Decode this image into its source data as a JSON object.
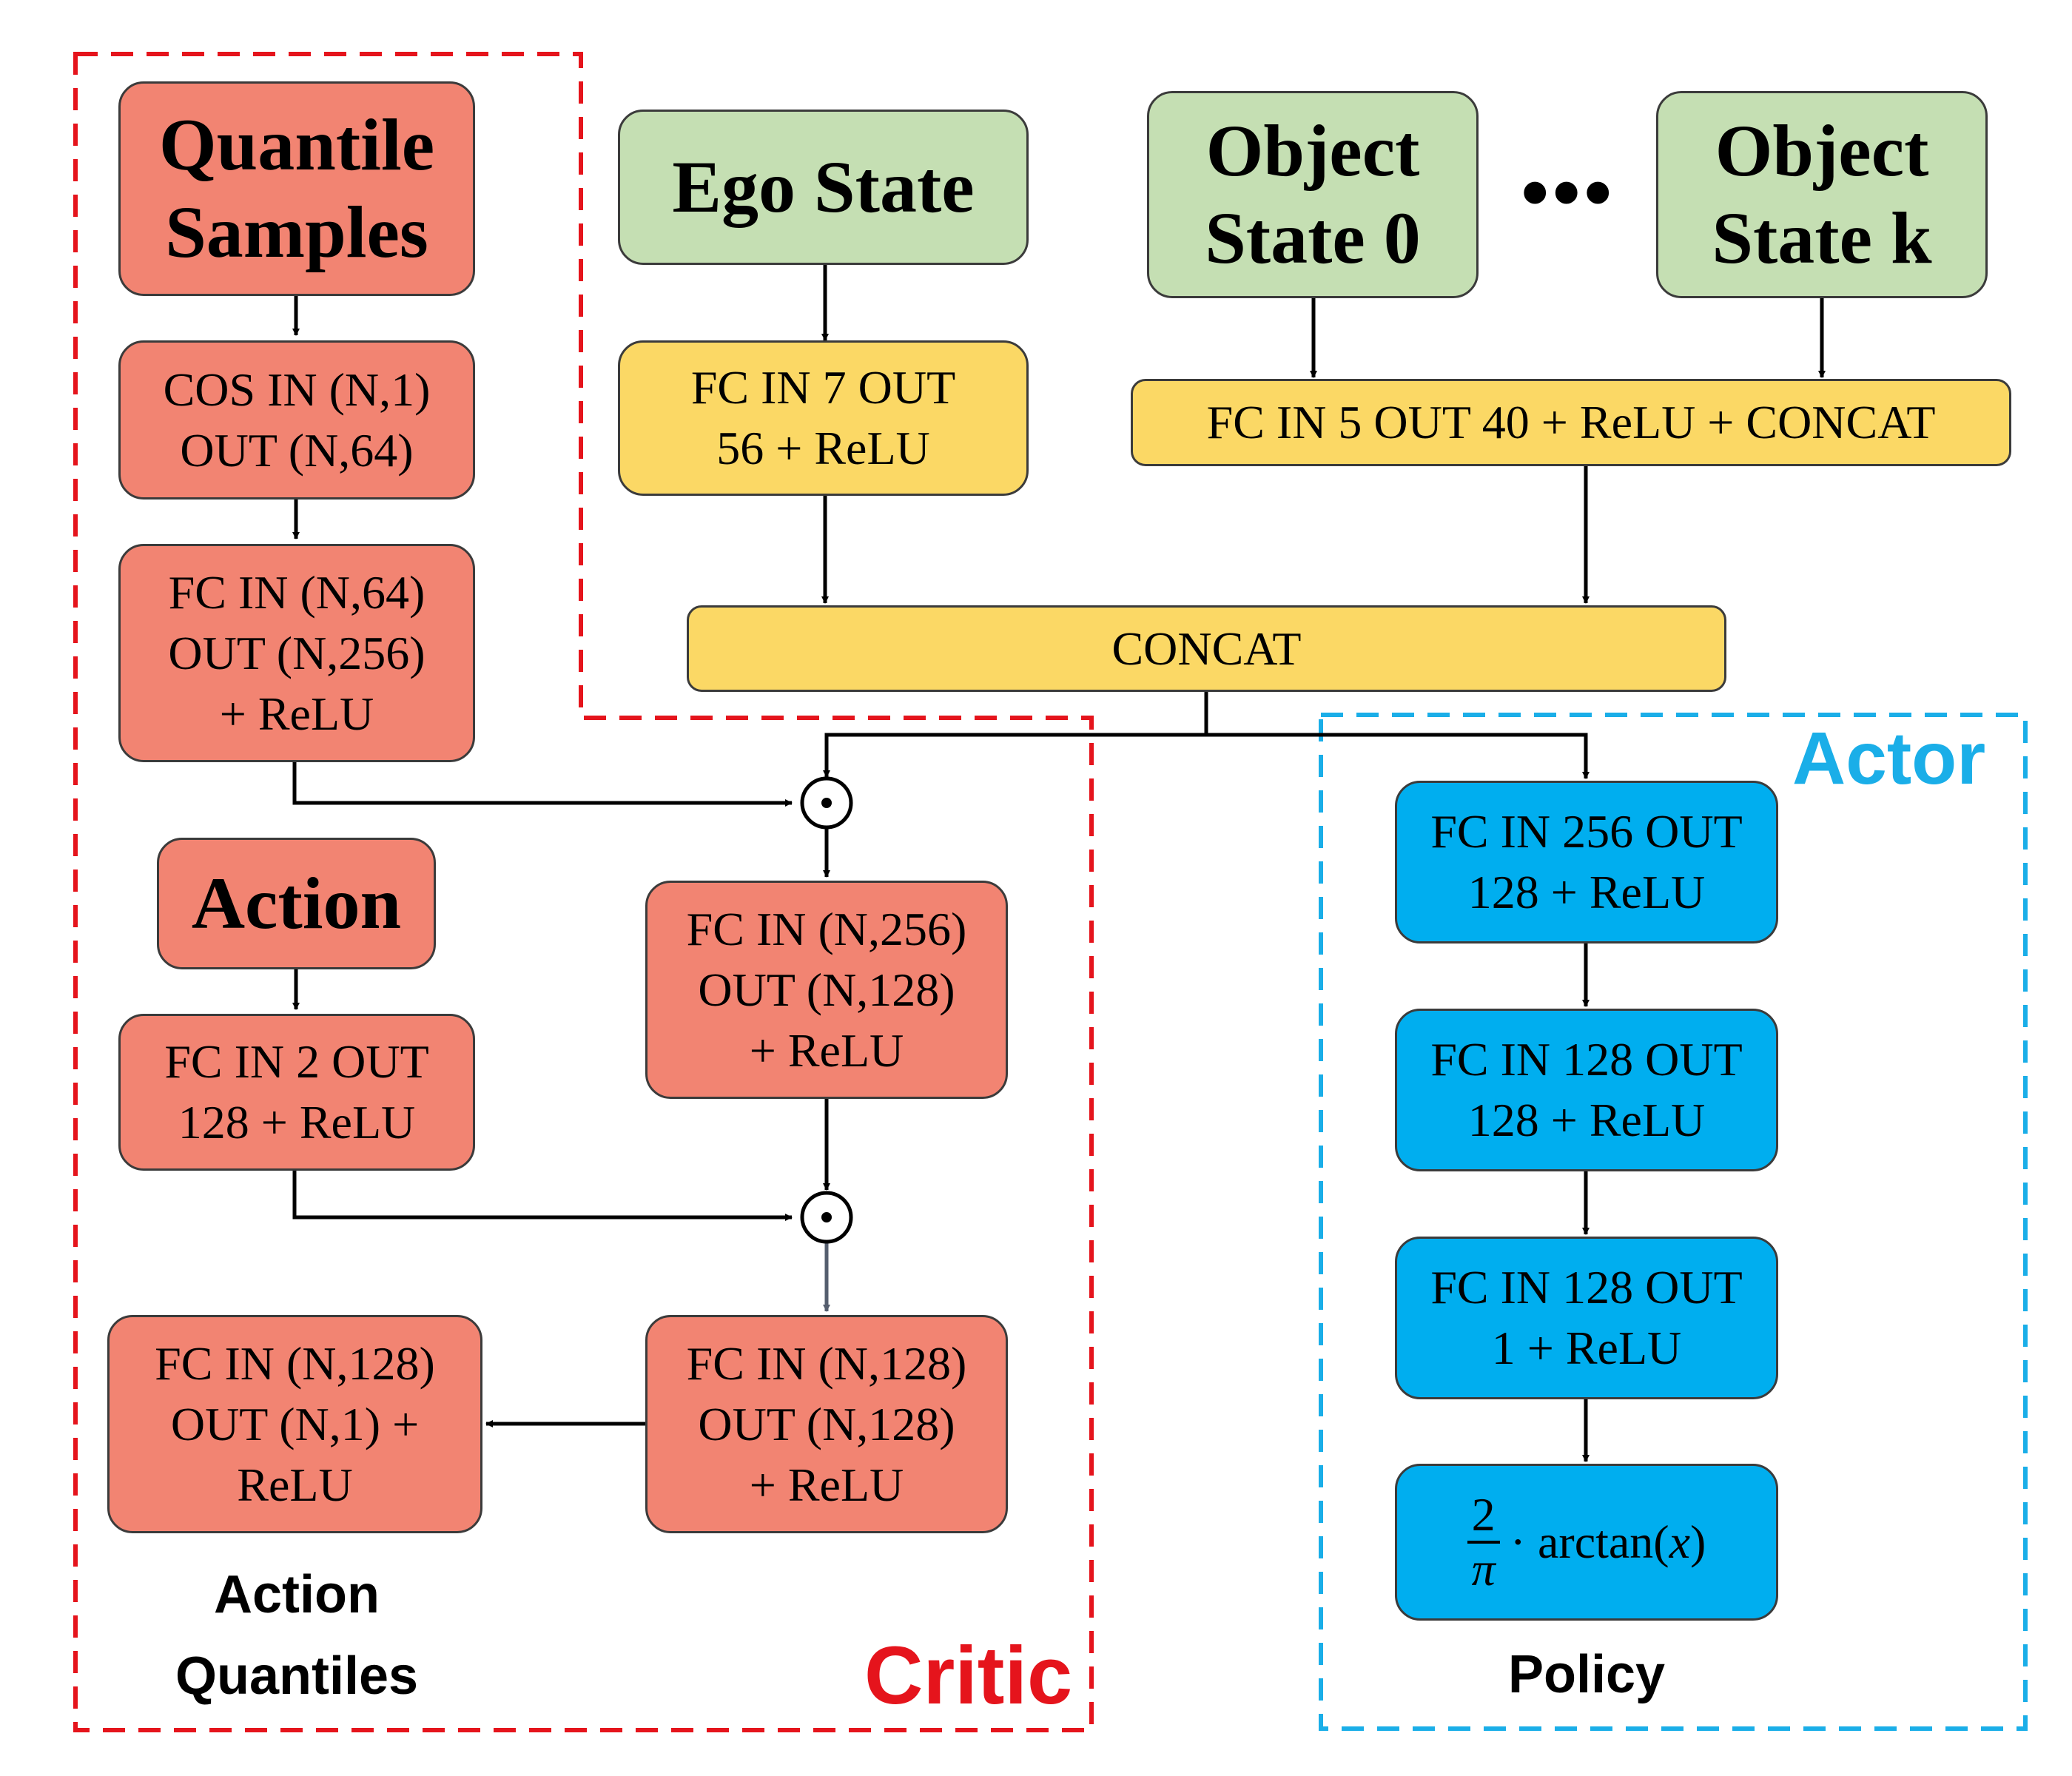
{
  "regions": {
    "critic": {
      "label": "Critic",
      "color": "#e5141c"
    },
    "actor": {
      "label": "Actor",
      "color": "#1aaee8"
    }
  },
  "nodes": {
    "quantile_samples": [
      "Quantile",
      "Samples"
    ],
    "cos_layer": [
      "COS IN (N,1)",
      "OUT (N,64)"
    ],
    "fc_quantile": [
      "FC IN (N,64)",
      "OUT (N,256)",
      "+ ReLU"
    ],
    "action": [
      "Action"
    ],
    "fc_action": [
      "FC IN 2 OUT",
      "128 + ReLU"
    ],
    "fc_critic_256": [
      "FC IN (N,256)",
      "OUT (N,128)",
      "+ ReLU"
    ],
    "fc_critic_128": [
      "FC IN (N,128)",
      "OUT (N,128)",
      "+ ReLU"
    ],
    "fc_critic_out": [
      "FC IN (N,128)",
      "OUT (N,1) +",
      "ReLU"
    ],
    "ego_state": [
      "Ego State"
    ],
    "fc_ego": [
      "FC IN 7 OUT",
      "56 + ReLU"
    ],
    "object_state_0": [
      "Object",
      "State 0"
    ],
    "object_state_k": [
      "Object",
      "State k"
    ],
    "ellipsis": "•••",
    "fc_objects": [
      "FC IN 5 OUT 40 + ReLU + CONCAT"
    ],
    "concat": [
      "CONCAT"
    ],
    "fc_actor_1": [
      "FC IN 256 OUT",
      "128 + ReLU"
    ],
    "fc_actor_2": [
      "FC IN 128 OUT",
      "128 + ReLU"
    ],
    "fc_actor_3": [
      "FC IN 128 OUT",
      "1 + ReLU"
    ],
    "policy_fn": {
      "num": "2",
      "den": "π",
      "rest": "· arctan(",
      "var": "x",
      "close": ")"
    }
  },
  "labels": {
    "action_quantiles": [
      "Action",
      "Quantiles"
    ],
    "policy": "Policy"
  },
  "colors": {
    "critic_box": "#f28472",
    "state_box": "#c5dfb3",
    "shared_box": "#fbd865",
    "actor_box": "#00aeef"
  }
}
